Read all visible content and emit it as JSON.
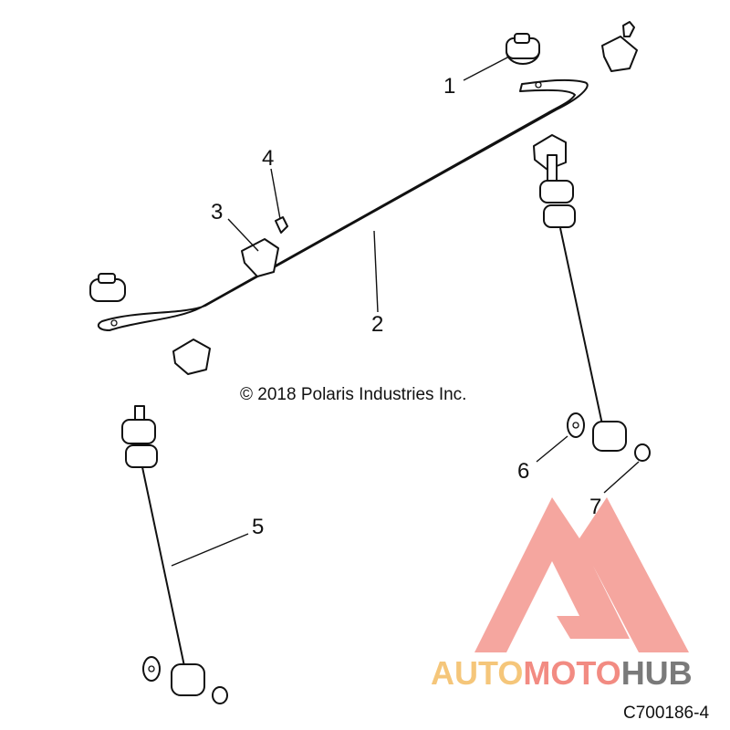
{
  "callouts": [
    {
      "id": "1",
      "label": "1"
    },
    {
      "id": "2",
      "label": "2"
    },
    {
      "id": "3",
      "label": "3"
    },
    {
      "id": "4",
      "label": "4"
    },
    {
      "id": "5",
      "label": "5"
    },
    {
      "id": "6",
      "label": "6"
    },
    {
      "id": "7",
      "label": "7"
    }
  ],
  "copyright": "© 2018 Polaris Industries Inc.",
  "diagram_code": "C700186-4",
  "watermark": {
    "word_part1": "AUTO",
    "word_part2": "MOTO",
    "word_part3": "HUB",
    "color_auto": "#f5c67a",
    "color_moto": "#f28b82",
    "color_hub": "#7a7a7a",
    "logo_color": "#f28b82"
  }
}
